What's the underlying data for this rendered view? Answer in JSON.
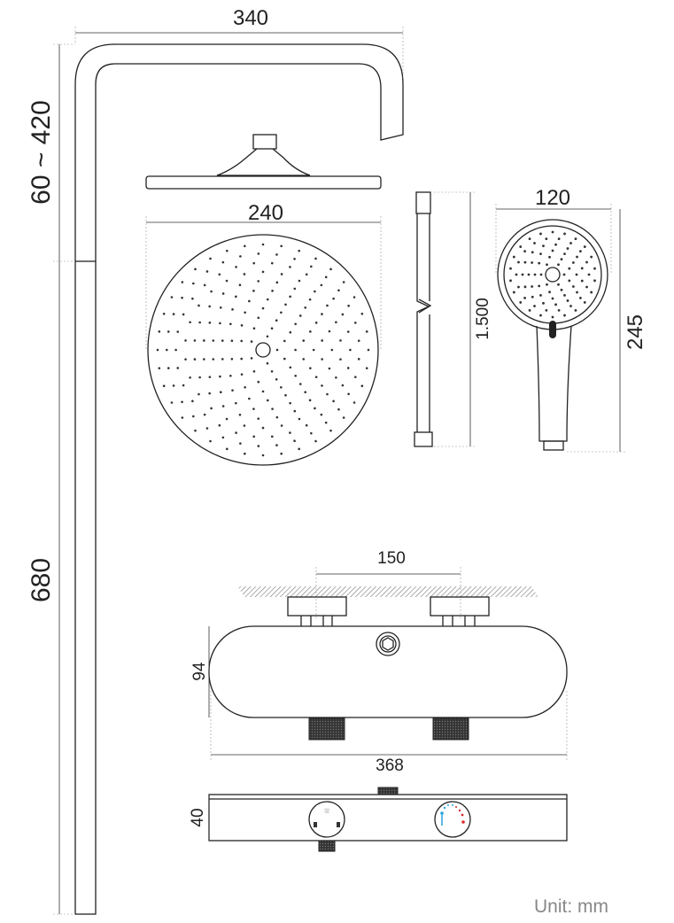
{
  "dimensions": {
    "arm_length": "340",
    "arm_height": "60 ~ 420",
    "riser_length": "680",
    "rain_head_diameter": "240",
    "hose_length": "1.500",
    "hand_shower_width": "120",
    "hand_shower_length": "245",
    "inlet_spacing": "150",
    "valve_height": "94",
    "valve_width": "368",
    "valve_depth": "40"
  },
  "unit_label": "Unit: mm",
  "colors": {
    "line": "#222222",
    "cold": "#29a3dc",
    "hot": "#e0282e",
    "unit_text": "#888888"
  }
}
